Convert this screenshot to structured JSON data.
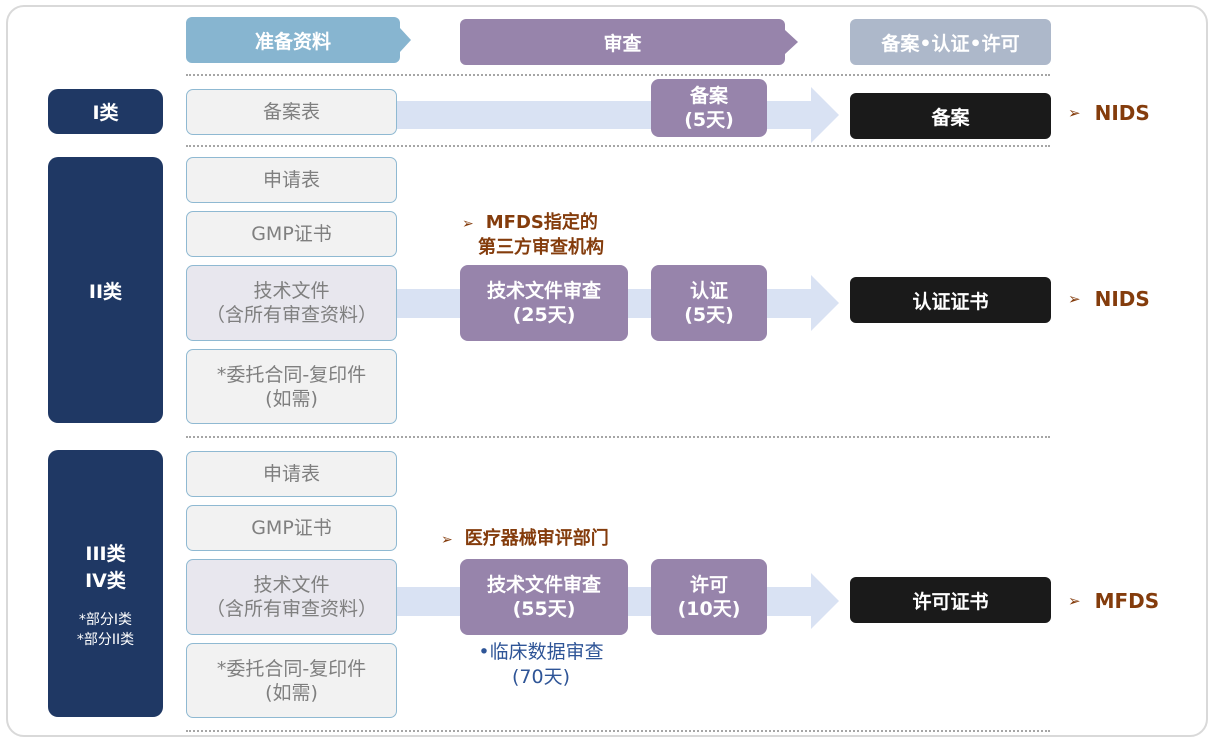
{
  "header": {
    "prepare": "准备资料",
    "review": "审查",
    "result": "备案•认证•许可"
  },
  "class1": {
    "label": "I类",
    "docs": [
      "备案表"
    ],
    "review": {
      "line1": "备案",
      "line2": "(5天)"
    },
    "result": "备案",
    "org": "NIDS"
  },
  "class2": {
    "label": "II类",
    "docs": [
      "申请表",
      "GMP证书",
      "技术文件",
      "（含所有审查资料）",
      "*委托合同-复印件",
      "(如需)"
    ],
    "note": {
      "line1": "MFDS指定的",
      "line2": "第三方审查机构"
    },
    "review": {
      "line1": "技术文件审查",
      "line2": "(25天)"
    },
    "cert": {
      "line1": "认证",
      "line2": "(5天)"
    },
    "result": "认证证书",
    "org": "NIDS"
  },
  "class3": {
    "label1": "III类",
    "label2": "IV类",
    "sub1": "*部分I类",
    "sub2": "*部分II类",
    "docs": [
      "申请表",
      "GMP证书",
      "技术文件",
      "（含所有审查资料）",
      "*委托合同-复印件",
      "(如需)"
    ],
    "note": "医疗器械审评部门",
    "review": {
      "line1": "技术文件审查",
      "line2": "(55天)"
    },
    "permit": {
      "line1": "许可",
      "line2": "(10天)"
    },
    "clinical": {
      "line1": "•临床数据审查",
      "line2": "(70天)"
    },
    "result": "许可证书",
    "org": "MFDS"
  },
  "icons": {
    "bullet": "arrow-bullet-icon"
  },
  "colors": {
    "navy": "#1f3864",
    "purple": "#9784ab",
    "blue_header": "#87b5d0",
    "gray_header": "#adb8ca",
    "org": "#843c0c"
  }
}
